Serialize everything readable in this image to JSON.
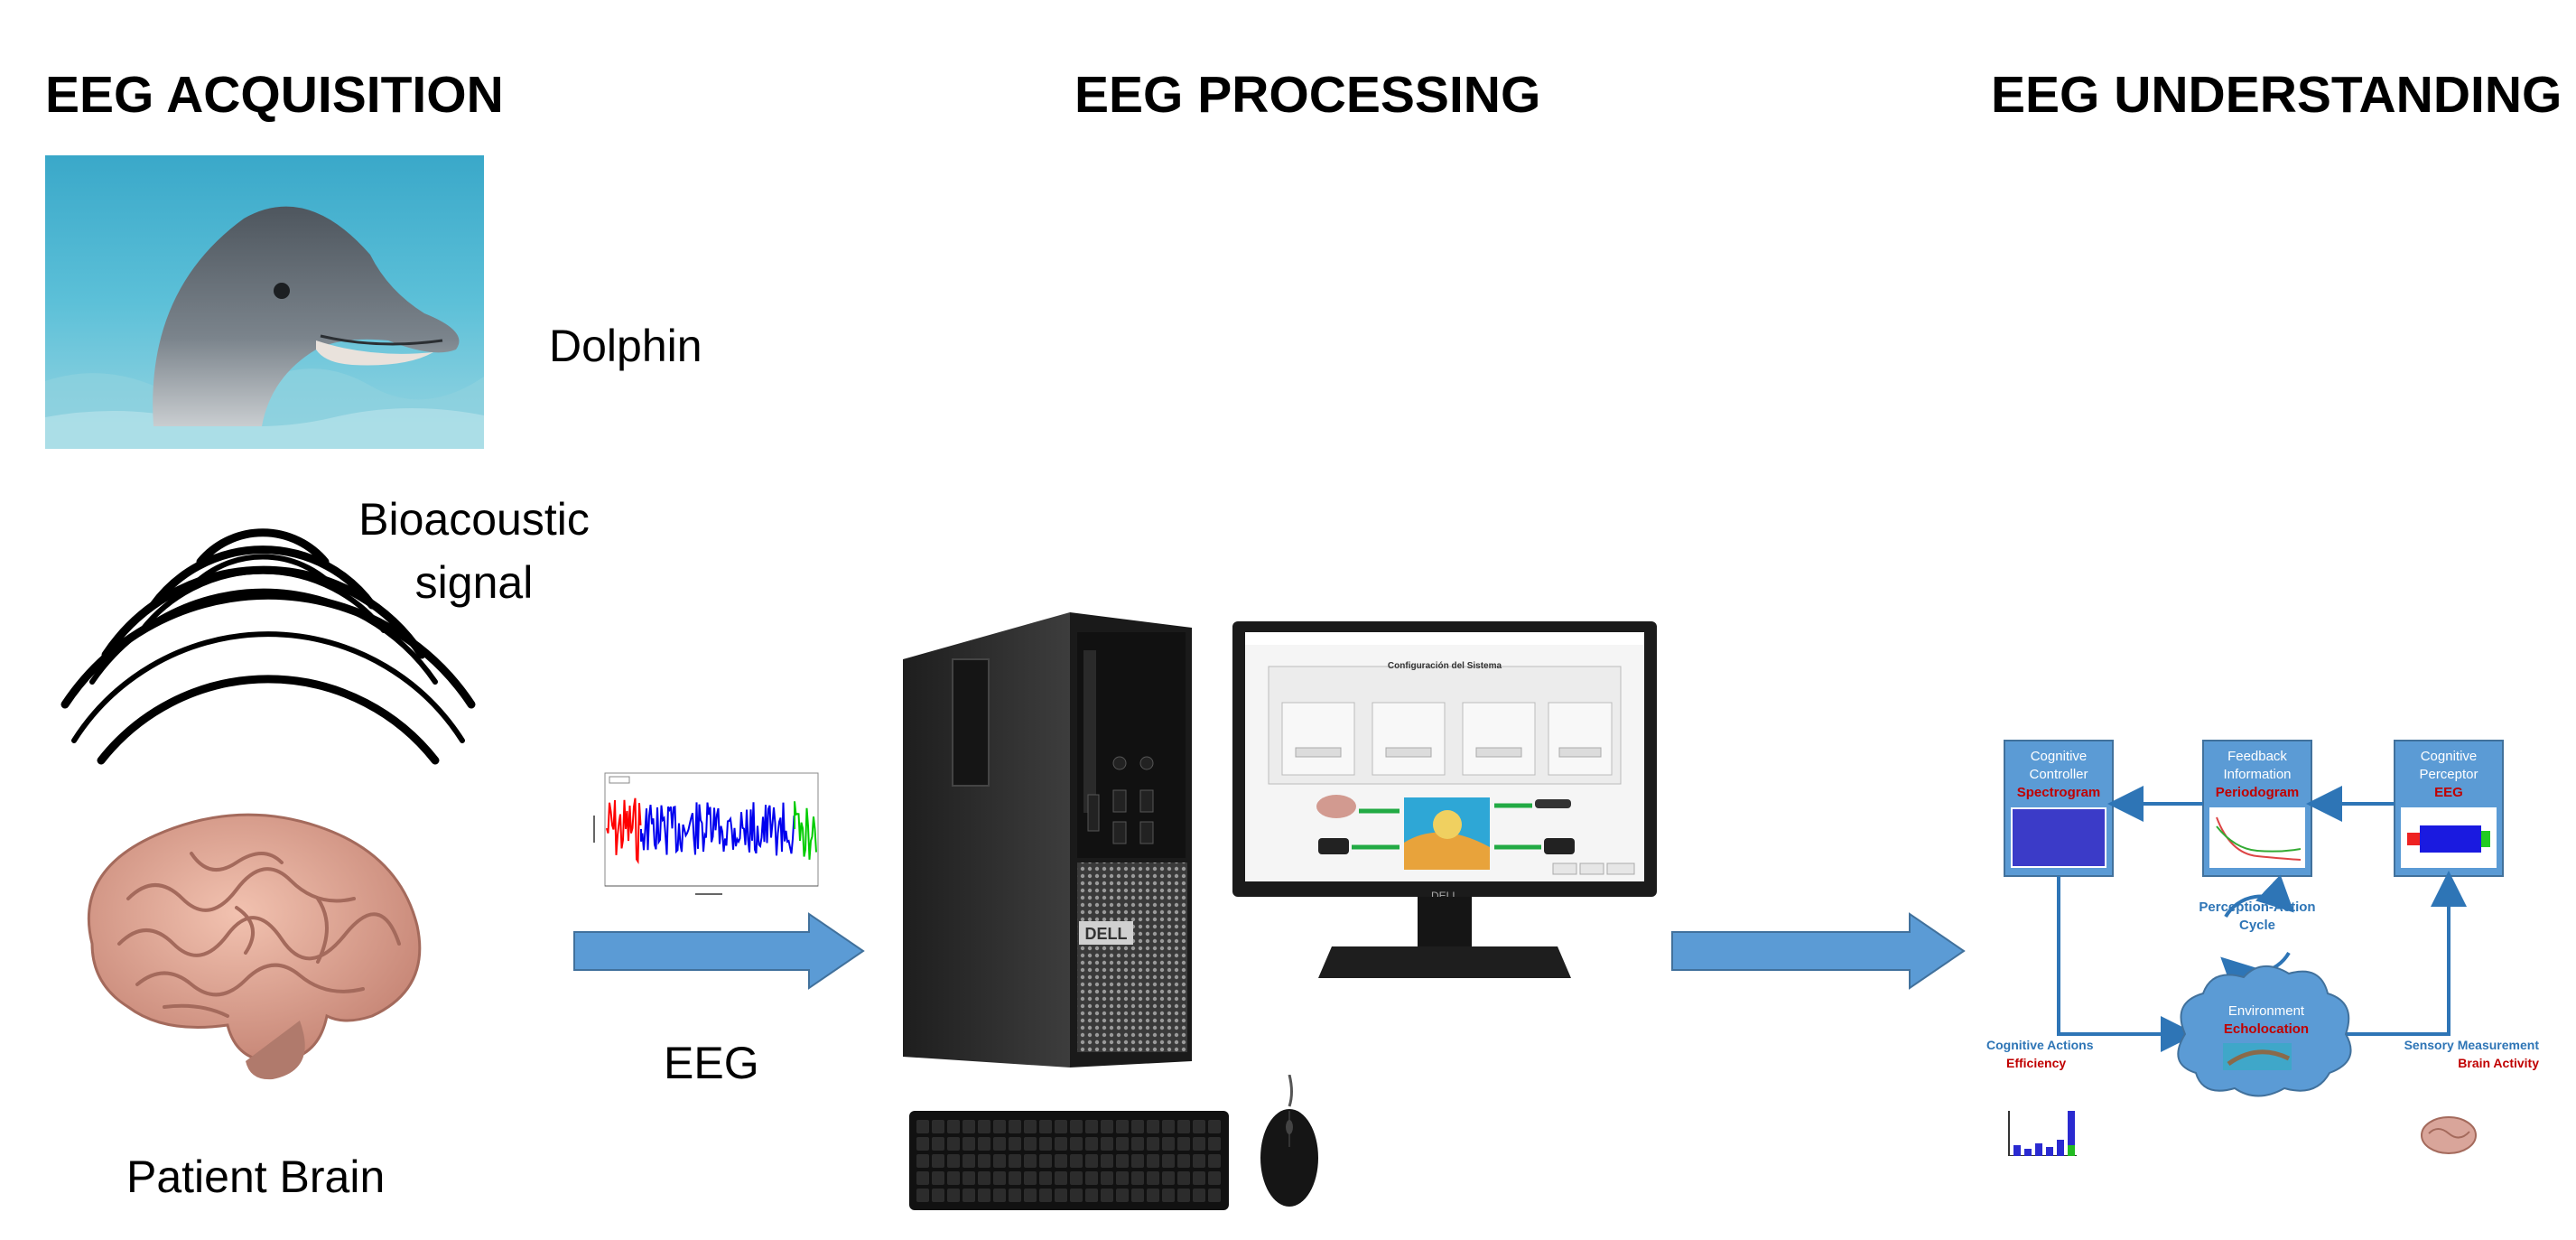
{
  "headings": {
    "acquisition": "EEG ACQUISITION",
    "processing": "EEG PROCESSING",
    "understanding": "EEG UNDERSTANDING"
  },
  "labels": {
    "dolphin": "Dolphin",
    "bioacoustic_line1": "Bioacoustic",
    "bioacoustic_line2": "signal",
    "patient_brain": "Patient Brain",
    "eeg": "EEG"
  },
  "monitor_app": {
    "title": "Configuración del Sistema"
  },
  "pac": {
    "controller": {
      "line1": "Cognitive",
      "line2": "Controller",
      "highlight": "Spectrogram"
    },
    "feedback": {
      "line1": "Feedback",
      "line2": "Information",
      "highlight": "Periodogram"
    },
    "perceptor": {
      "line1": "Cognitive",
      "line2": "Perceptor",
      "highlight": "EEG"
    },
    "cycle_line1": "Perception-Action",
    "cycle_line2": "Cycle",
    "environment": "Environment",
    "echolocation": "Echolocation",
    "actions": "Cognitive Actions",
    "efficiency": "Efficiency",
    "sensory": "Sensory Measurement",
    "brain_activity": "Brain Activity"
  },
  "colors": {
    "arrow_fill": "#5b9bd5",
    "arrow_stroke": "#41719c",
    "box_fill": "#5b9bd5",
    "highlight_red": "#c00000",
    "cloud_fill": "#5b9bd5"
  },
  "icons": {
    "dolphin": "dolphin-photo",
    "sound_waves": "sound-wave-icon",
    "brain": "brain-icon",
    "eeg_plot": "eeg-plot",
    "computer": "desktop-computer",
    "monitor": "monitor",
    "keyboard": "keyboard",
    "mouse": "mouse"
  }
}
